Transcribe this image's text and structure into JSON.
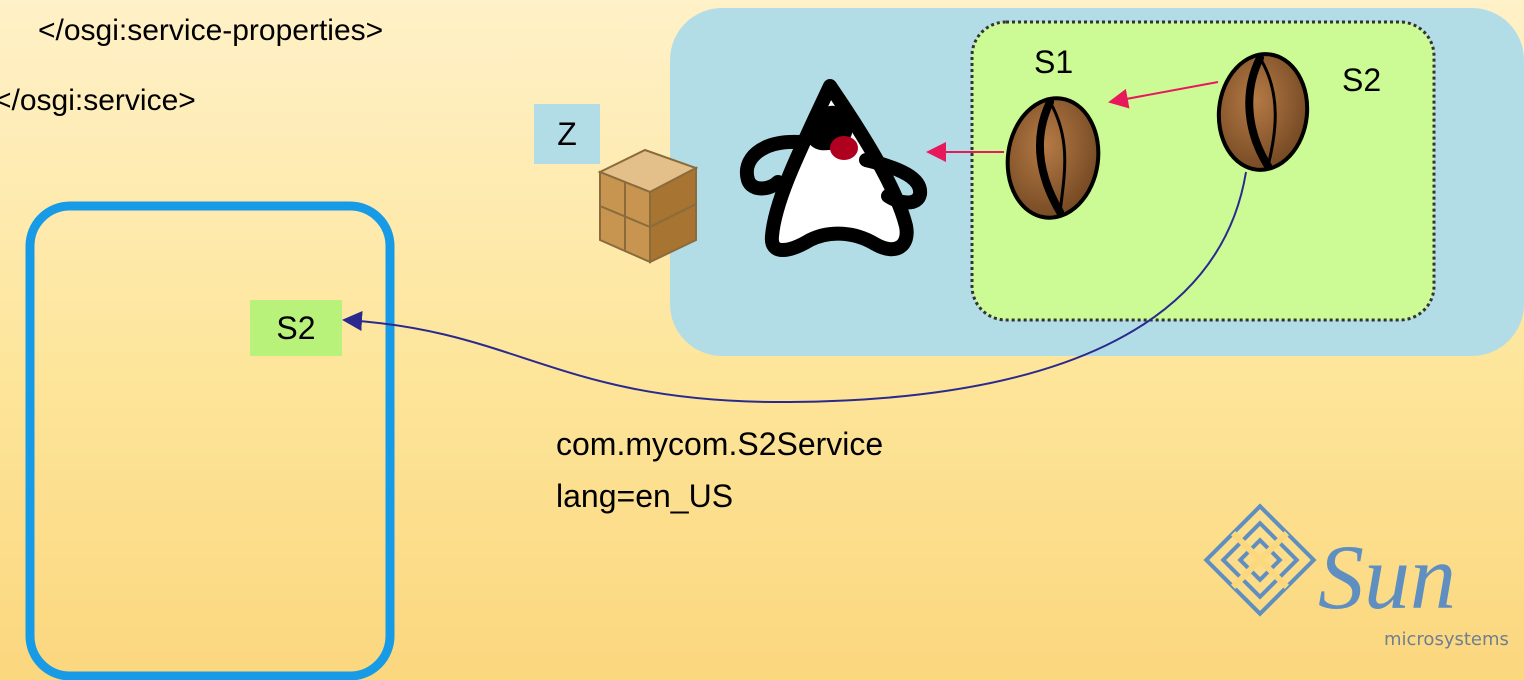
{
  "code_lines": [
    "</osgi:service-properties>",
    "</osgi:service>"
  ],
  "bundle_label": "Z",
  "service_labels": {
    "s1": "S1",
    "s2": "S2",
    "imported": "S2"
  },
  "service_caption": {
    "interface": "com.mycom.S2Service",
    "property": "lang=en_US"
  },
  "logo": {
    "wordmark": "Sun",
    "subtitle": "microsystems"
  },
  "colors": {
    "framework_bg": "#b3dde6",
    "bundle_bg": "#ccfa94",
    "client_border": "#189be6",
    "internal_arrow": "#e8185c",
    "export_arrow": "#2a2a8e",
    "bean": "#8b5a2b"
  }
}
